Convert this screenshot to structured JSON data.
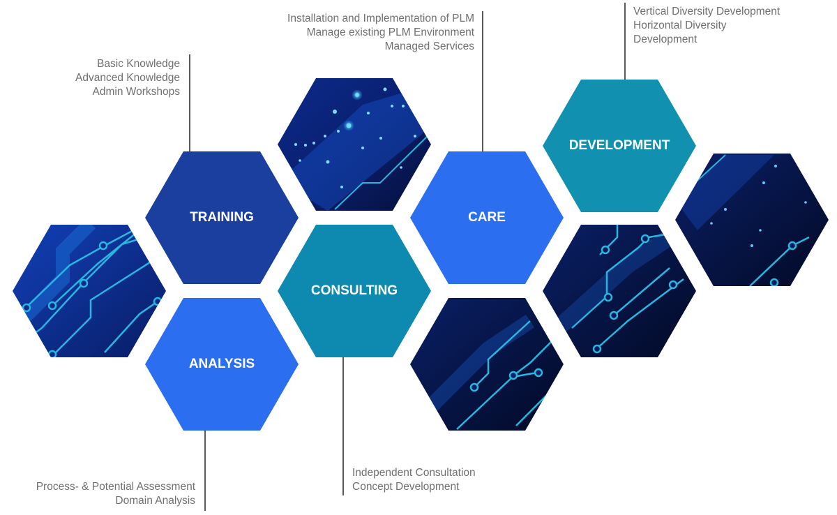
{
  "hexagons": [
    {
      "id": "training",
      "label": "TRAINING"
    },
    {
      "id": "analysis",
      "label": "ANALYSIS"
    },
    {
      "id": "consulting",
      "label": "CONSULTING"
    },
    {
      "id": "care",
      "label": "CARE"
    },
    {
      "id": "development",
      "label": "DEVELOPMENT"
    }
  ],
  "notes": {
    "training": [
      "Basic Knowledge",
      "Advanced Knowledge",
      "Admin Workshops"
    ],
    "care": [
      "Installation and Implementation of PLM",
      "Manage existing PLM Environment",
      "Managed Services"
    ],
    "development": [
      "Vertical Diversity Development",
      "Horizontal Diversity",
      "Development"
    ],
    "analysis": [
      "Process- & Potential Assessment",
      "Domain Analysis"
    ],
    "consulting": [
      "Independent Consultation",
      "Concept Development"
    ]
  },
  "colors": {
    "dark_blue": "#1a3f9e",
    "bright_blue": "#2b6ff0",
    "teal": "#0e8ab0",
    "teal_dev": "#1190b0",
    "circuit_line": "#27b7e0",
    "leader_line": "#222222",
    "note_text": "#707070"
  }
}
